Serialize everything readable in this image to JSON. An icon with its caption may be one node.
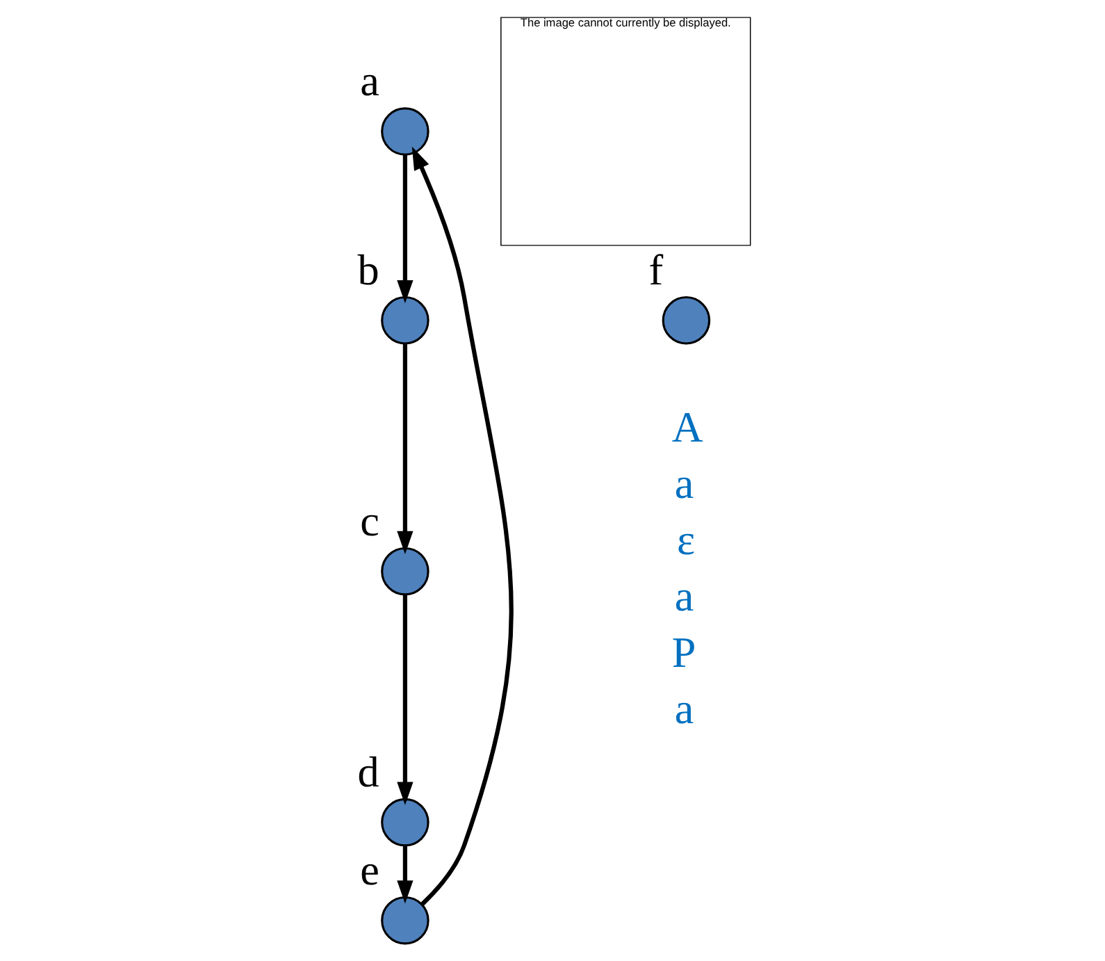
{
  "diagram": {
    "nodes": [
      {
        "text": [
          "a"
        ]
      },
      {
        "text": [
          "b"
        ]
      },
      {
        "text": [
          "f"
        ]
      },
      {
        "text": [
          "The image cannot currently be displayed."
        ]
      },
      {
        "text": [
          "c"
        ]
      },
      {
        "text": [
          "d"
        ]
      },
      {
        "text": [
          "e"
        ]
      }
    ],
    "edges": [
      {
        "from": 0,
        "to": 1,
        "arrow": "to"
      },
      {
        "from": 1,
        "to": 4,
        "arrow": "to"
      },
      {
        "from": 4,
        "to": 5,
        "arrow": "to"
      },
      {
        "from": 5,
        "to": 6,
        "arrow": "to"
      },
      {
        "from": 6,
        "to": 0,
        "arrow": "to"
      }
    ],
    "labels": [
      "A",
      "a",
      "ε",
      "a",
      "P",
      "a"
    ]
  }
}
